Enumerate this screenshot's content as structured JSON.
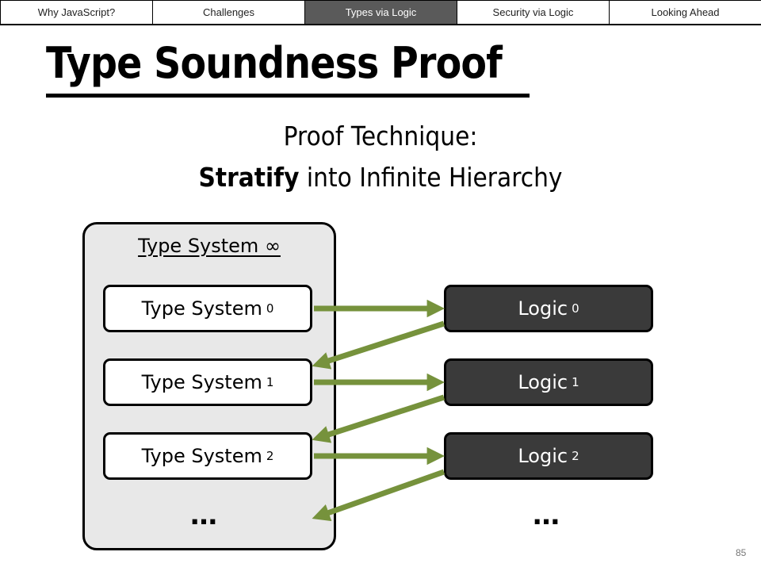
{
  "nav": {
    "tabs": [
      {
        "label": "Why JavaScript?",
        "active": false
      },
      {
        "label": "Challenges",
        "active": false
      },
      {
        "label": "Types via Logic",
        "active": true
      },
      {
        "label": "Security via Logic",
        "active": false
      },
      {
        "label": "Looking Ahead",
        "active": false
      }
    ]
  },
  "title": "Type Soundness Proof",
  "subtitle": {
    "line1": "Proof Technique:",
    "line2_bold": "Stratify",
    "line2_rest": " into Infinite Hierarchy"
  },
  "container_label": "Type System ∞",
  "type_systems": [
    {
      "label": "Type System",
      "sub": "0"
    },
    {
      "label": "Type System",
      "sub": "1"
    },
    {
      "label": "Type System",
      "sub": "2"
    }
  ],
  "logics": [
    {
      "label": "Logic",
      "sub": "0"
    },
    {
      "label": "Logic",
      "sub": "1"
    },
    {
      "label": "Logic",
      "sub": "2"
    }
  ],
  "ellipsis_left": "…",
  "ellipsis_right": "…",
  "colors": {
    "arrow": "#76923c",
    "logic_fill": "#3a3a3a",
    "container_fill": "#e8e8e8",
    "active_tab": "#5a5a5a"
  },
  "page_number": "85"
}
